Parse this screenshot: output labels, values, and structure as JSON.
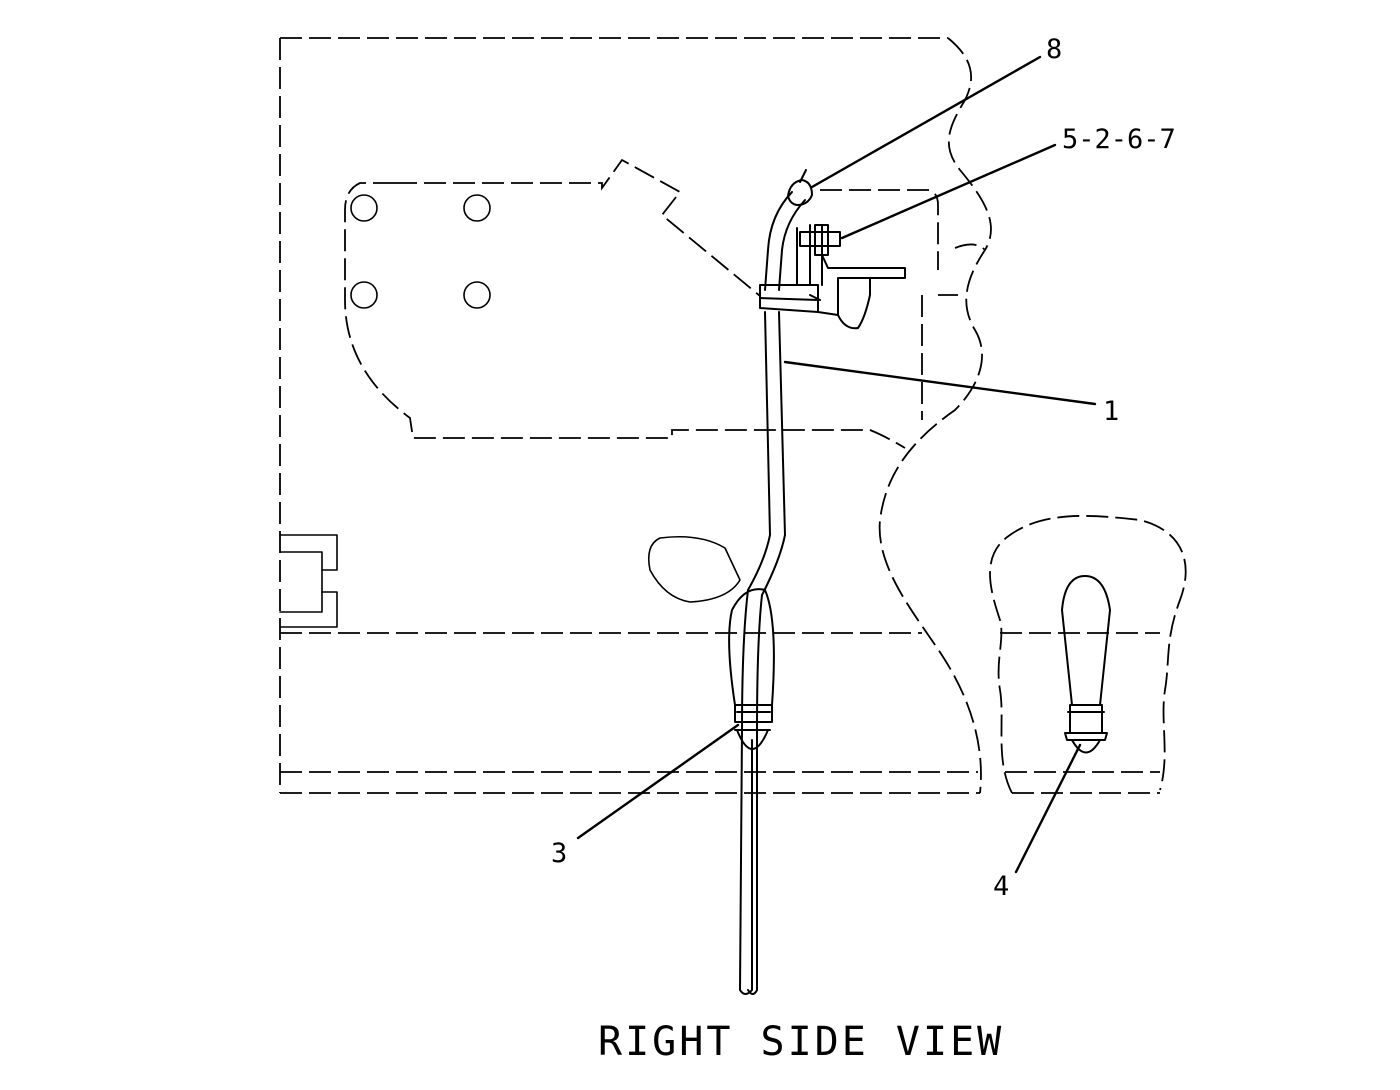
{
  "diagram": {
    "title": "RIGHT SIDE VIEW",
    "callouts": [
      {
        "id": "c8",
        "label": "8"
      },
      {
        "id": "c5267",
        "label": "5-2-6-7"
      },
      {
        "id": "c1",
        "label": "1"
      },
      {
        "id": "c3",
        "label": "3"
      },
      {
        "id": "c4",
        "label": "4"
      }
    ],
    "colors": {
      "line": "#000000",
      "background": "#ffffff"
    }
  }
}
